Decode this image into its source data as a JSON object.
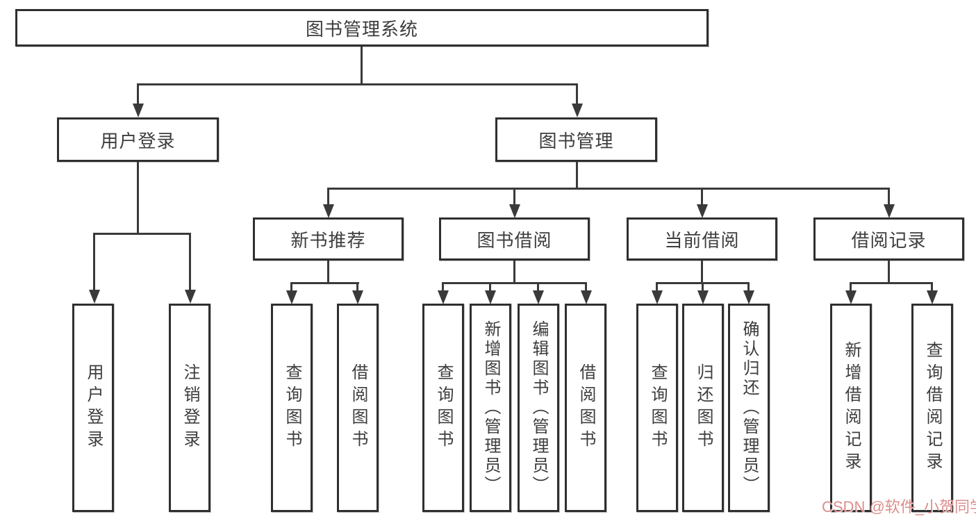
{
  "diagram": {
    "root": {
      "label": "图书管理系统"
    },
    "branches": [
      {
        "label": "用户登录",
        "children": [
          {
            "label": "用户登录"
          },
          {
            "label": "注销登录"
          }
        ]
      },
      {
        "label": "图书管理",
        "children": [
          {
            "label": "新书推荐",
            "children": [
              {
                "label": "查询图书"
              },
              {
                "label": "借阅图书"
              }
            ]
          },
          {
            "label": "图书借阅",
            "children": [
              {
                "label": "查询图书"
              },
              {
                "label": "新增图书（管理员）"
              },
              {
                "label": "编辑图书（管理员）"
              },
              {
                "label": "借阅图书"
              }
            ]
          },
          {
            "label": "当前借阅",
            "children": [
              {
                "label": "查询图书"
              },
              {
                "label": "归还图书"
              },
              {
                "label": "确认归还（管理员）"
              }
            ]
          },
          {
            "label": "借阅记录",
            "children": [
              {
                "label": "新增借阅记录"
              },
              {
                "label": "查询借阅记录"
              }
            ]
          }
        ]
      }
    ]
  },
  "watermark": {
    "text": "CSDN @软件_小贺同学"
  },
  "colors": {
    "line": "#3a3a3a",
    "box_border": "#2f2f2f",
    "text": "#3d3d3d",
    "background": "#ffffff",
    "watermark": "#dd8d8d"
  }
}
